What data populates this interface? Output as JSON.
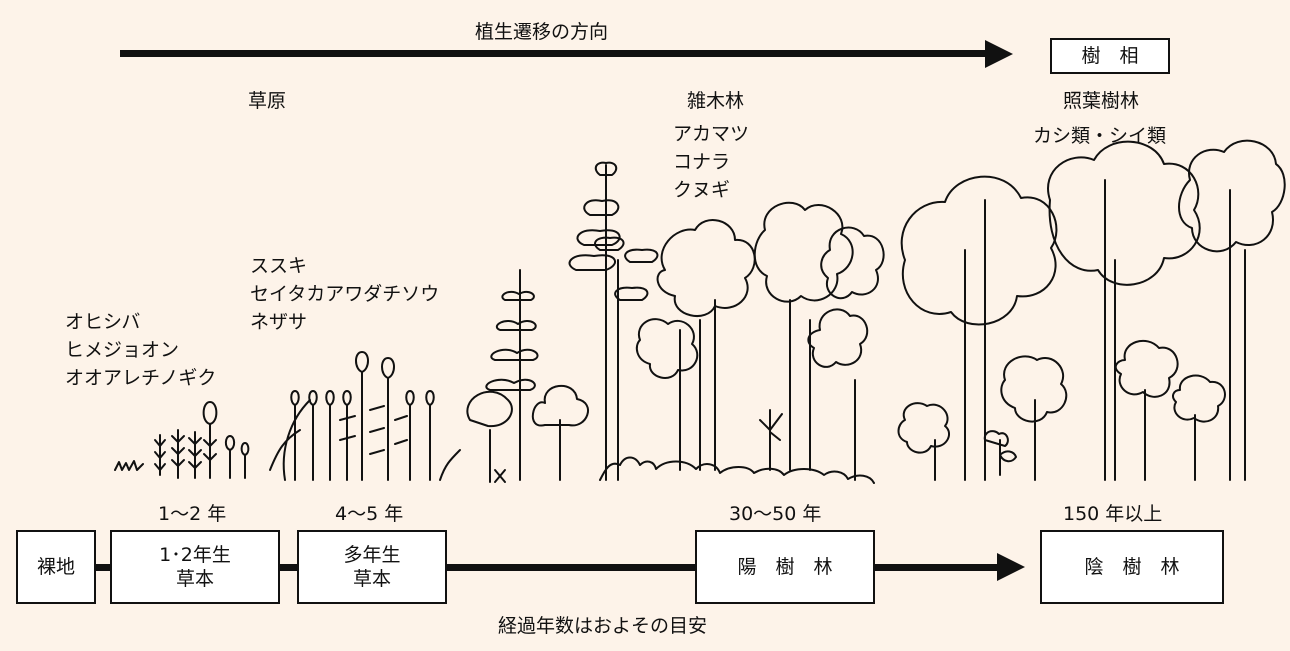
{
  "header": {
    "direction_label": "植生遷移の方向",
    "tree_form_label": "樹　相"
  },
  "communities": {
    "grassland": "草原",
    "coppice": "雑木林",
    "laurel_forest": "照葉樹林"
  },
  "species": {
    "pioneer": [
      "オヒシバ",
      "ヒメジョオン",
      "オオアレチノギク"
    ],
    "perennial": [
      "ススキ",
      "セイタカアワダチソウ",
      "ネザサ"
    ],
    "coppice": [
      "アカマツ",
      "コナラ",
      "クヌギ"
    ],
    "laurel": "カシ類・シイ類"
  },
  "years": {
    "stage1": "1〜2 年",
    "stage2": "4〜5 年",
    "stage3": "30〜50 年",
    "stage4": "150 年以上"
  },
  "stages": {
    "bare": "裸地",
    "annual_line1": "1･2年生",
    "annual_line2": "草本",
    "perennial_line1": "多年生",
    "perennial_line2": "草本",
    "sun_forest": "陽　樹　林",
    "shade_forest": "陰　樹　林"
  },
  "footnote": "経過年数はおよその目安"
}
